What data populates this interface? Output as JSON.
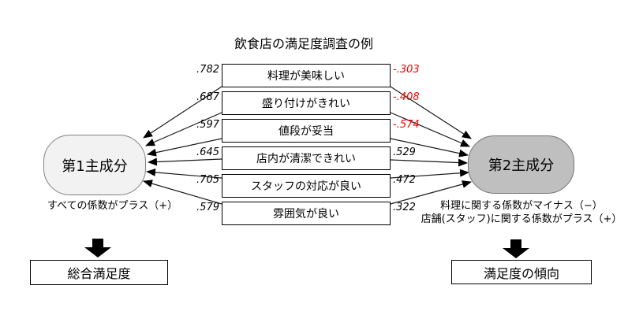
{
  "title": "飲食店の満足度調査の例",
  "left_component": {
    "label": "第1主成分",
    "note": "すべての係数がプラス（+）",
    "result": "総合満足度"
  },
  "right_component": {
    "label": "第2主成分",
    "note_line1": "料理に関する係数がマイナス（−）",
    "note_line2": "店舗(スタッフ)に関する係数がプラス（+）",
    "result": "満足度の傾向"
  },
  "items": [
    {
      "label": "料理が美味しい",
      "left_coef": ".782",
      "right_coef": "-.303"
    },
    {
      "label": "盛り付けがきれい",
      "left_coef": ".687",
      "right_coef": "-.408"
    },
    {
      "label": "値段が妥当",
      "left_coef": ".597",
      "right_coef": "-.574"
    },
    {
      "label": "店内が清潔できれい",
      "left_coef": ".645",
      "right_coef": ".529"
    },
    {
      "label": "スタッフの対応が良い",
      "left_coef": ".705",
      "right_coef": ".472"
    },
    {
      "label": "雰囲気が良い",
      "left_coef": ".579",
      "right_coef": ".322"
    }
  ],
  "colors": {
    "negative_coef": "#ff0000",
    "positive_coef": "#000000",
    "left_ellipse_fill": "#f2f2f2",
    "right_ellipse_fill": "#bfbfbf",
    "line_color": "#000000"
  }
}
